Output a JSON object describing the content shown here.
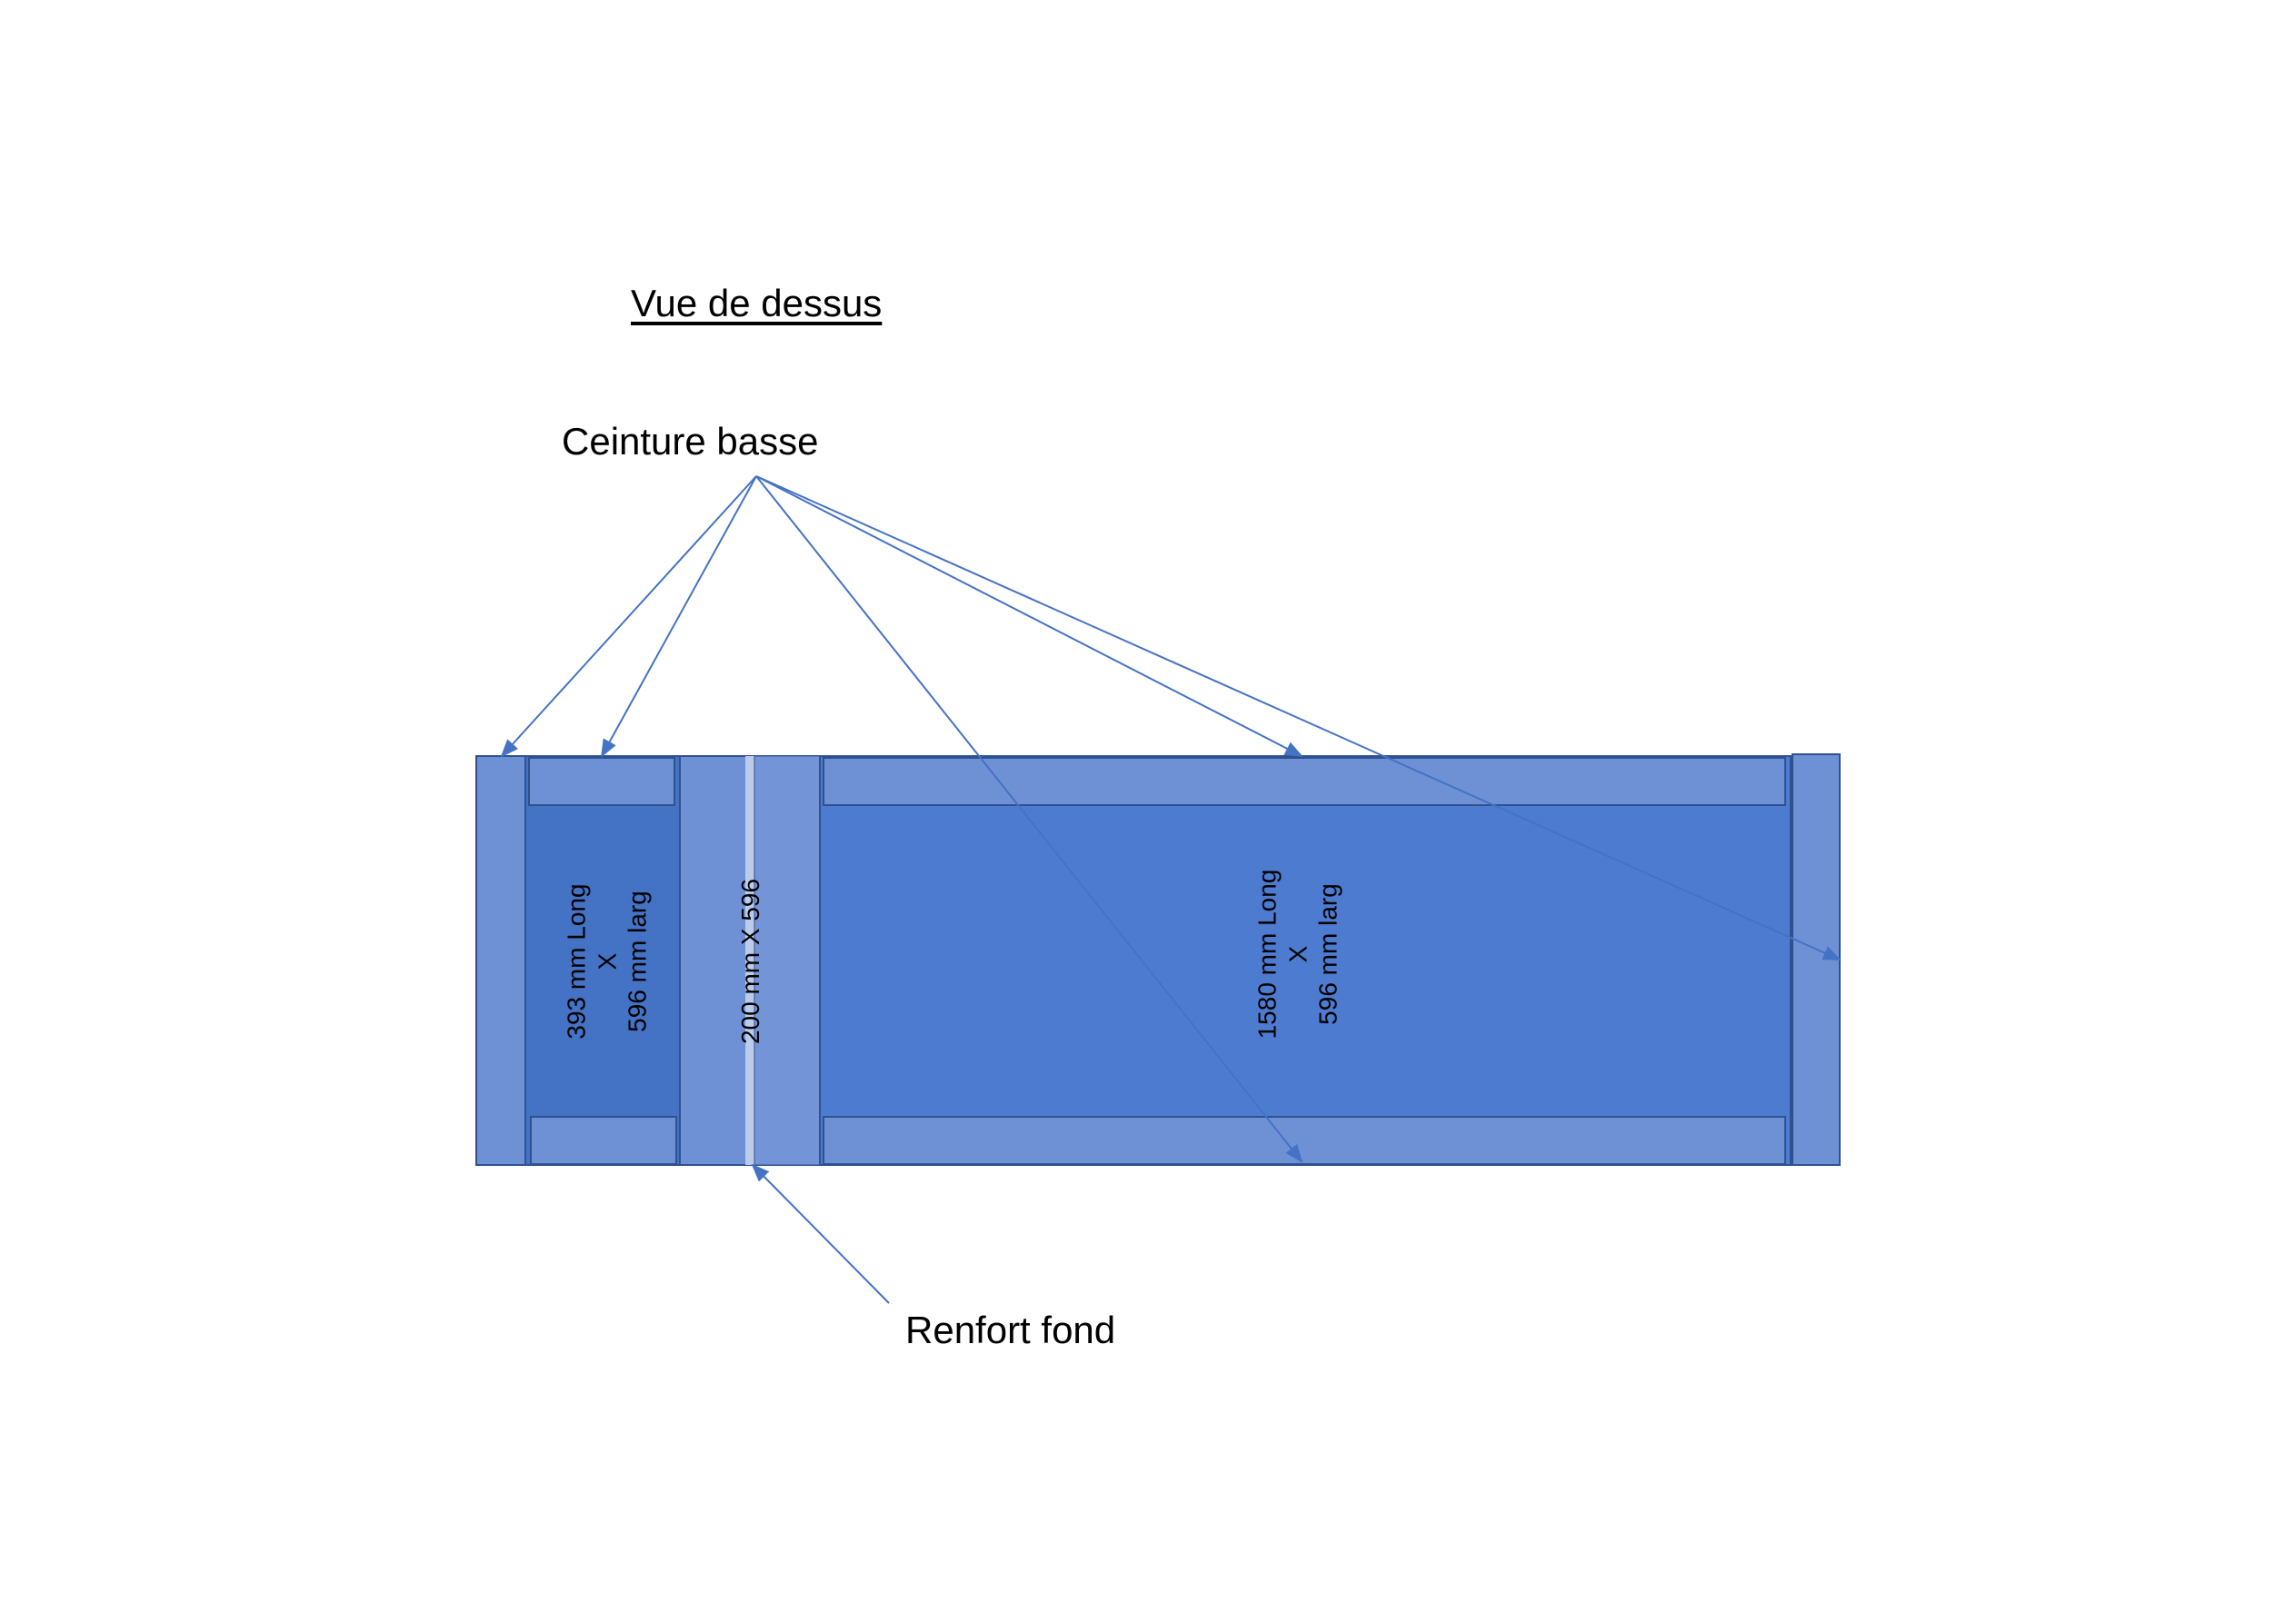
{
  "diagram": {
    "title": "Vue de dessus",
    "callouts": {
      "ceinture": "Ceinture basse",
      "renfort": "Renfort fond"
    },
    "dimensions": {
      "left_panel": {
        "line1": "393 mm Long",
        "line2": "X",
        "line3": "596 mm larg"
      },
      "middle_panel": {
        "line1": "200 mm X 596"
      },
      "right_panel": {
        "line1": "1580 mm Long",
        "line2": "X",
        "line3": "596 mm larg"
      }
    },
    "colors": {
      "fill_main": "#4d7bd0",
      "fill_light": "#6e91d6",
      "fill_left": "#4472c4",
      "stroke": "#2f528f",
      "arrow": "#4472c4"
    }
  }
}
